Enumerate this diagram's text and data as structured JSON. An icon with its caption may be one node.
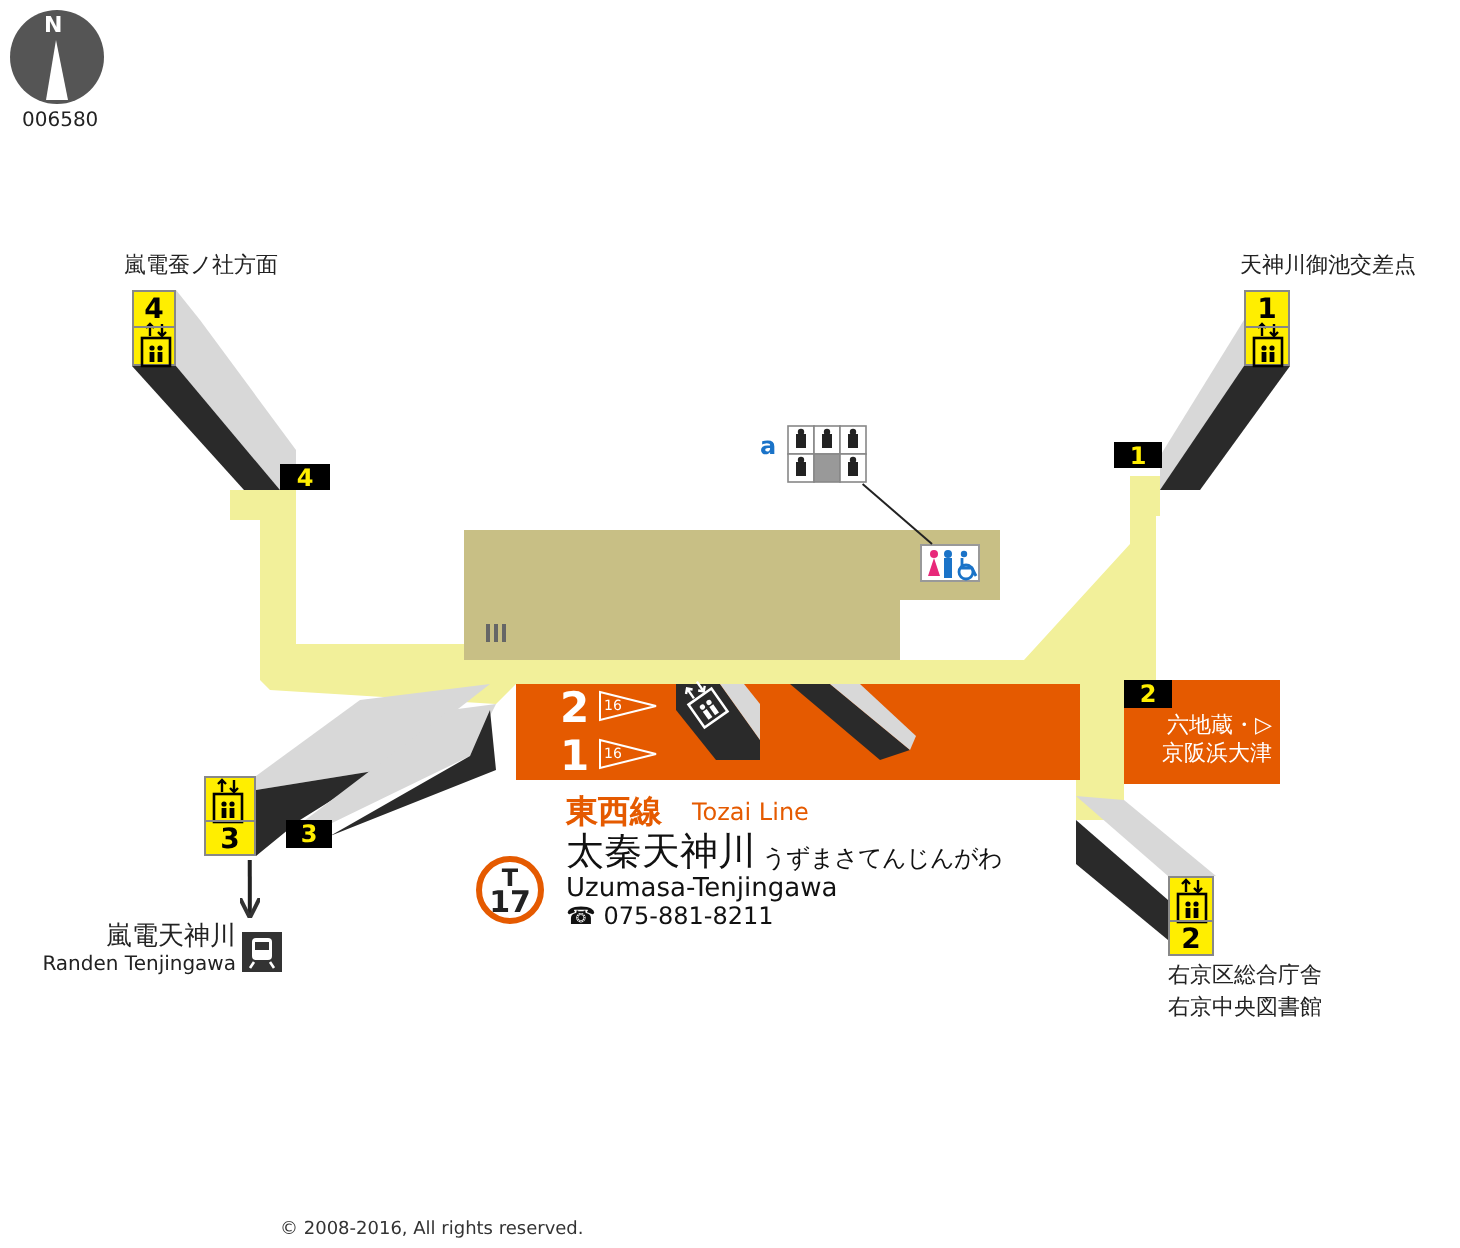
{
  "diagram": {
    "nodes": [
      {
        "text": [
          "4"
        ],
        "beside": [
          "嵐電蚕ノ社方面"
        ]
      },
      {
        "text": [
          "4"
        ]
      },
      {
        "text": [
          "1"
        ],
        "beside": [
          "天神川御池交差点"
        ]
      },
      {
        "text": [
          "1"
        ]
      },
      {
        "text": [
          "a"
        ]
      },
      {
        "text": [],
        "shape": "picture"
      },
      {
        "text": [
          "2",
          "1"
        ]
      },
      {
        "text": [
          "六地蔵・▷京阪浜大津"
        ]
      },
      {
        "text": [
          "2"
        ],
        "in": 7
      },
      {
        "text": [
          "2"
        ],
        "beside": [
          "右京区総合庁舎",
          "右京中央図書館"
        ]
      },
      {
        "text": [
          "3"
        ]
      },
      {
        "text": [
          "3"
        ]
      },
      {
        "text": [
          "嵐電天神川",
          "Randen Tenjingawa"
        ]
      },
      {
        "text": [
          "T",
          "17"
        ]
      }
    ],
    "edges": [
      {
        "from": 4,
        "to": 5,
        "arrow": "none"
      },
      {
        "from": 10,
        "to": 12,
        "arrow": "to"
      }
    ],
    "labels": [
      "N",
      "006580",
      "16",
      "16",
      "東西線",
      "Tozai Line",
      "太秦天神川",
      "うずまさてんじんがわ",
      "Uzumasa-Tenjingawa",
      "☎ 075-881-8211",
      "© 2008-2016, All rights reserved."
    ]
  }
}
